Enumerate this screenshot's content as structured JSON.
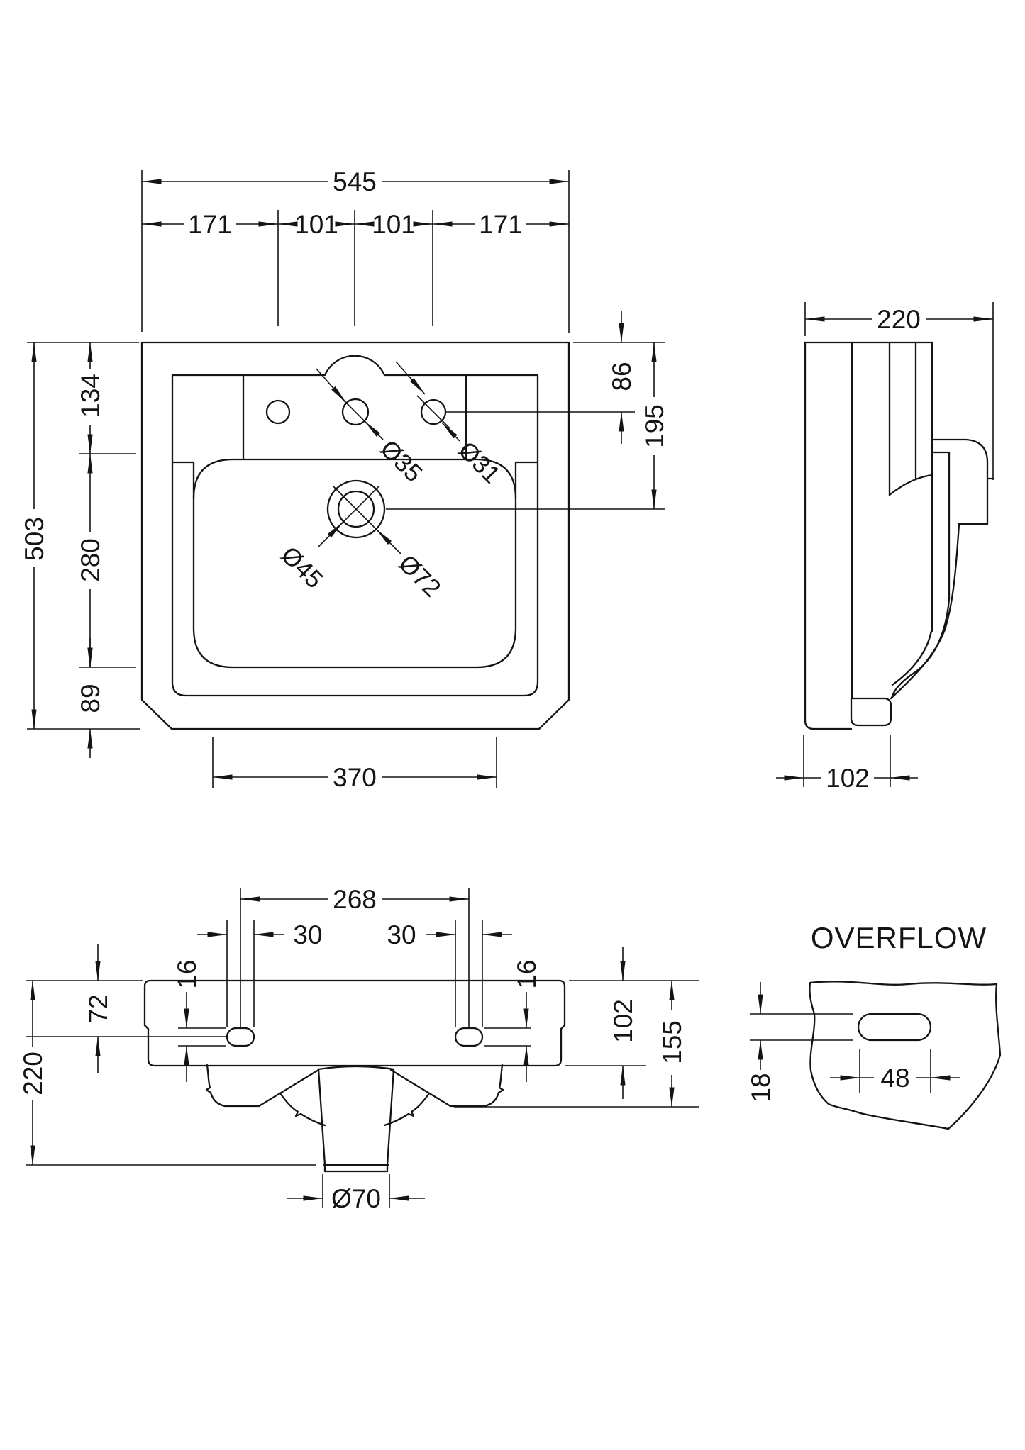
{
  "views": {
    "plan": {
      "width": "545",
      "left_to_tap": "171",
      "tap_pitch_left": "101",
      "tap_pitch_right": "101",
      "tap_to_right": "171",
      "depth_total": "503",
      "top_to_bowl": "134",
      "bowl_depth": "280",
      "bowl_to_front": "89",
      "top_to_tap": "86",
      "top_to_waste": "195",
      "bowl_width": "370",
      "tap_hole_mid": "Ø35",
      "tap_hole_right": "Ø31",
      "waste_inner": "Ø45",
      "waste_outer": "Ø72"
    },
    "side": {
      "depth": "220",
      "base_depth": "102"
    },
    "rear": {
      "fixing_centres": "268",
      "slot_width_left": "30",
      "slot_width_right": "30",
      "slot_height_left": "16",
      "slot_height_right": "16",
      "top_to_slot": "72",
      "height": "220",
      "body_height": "102",
      "skirt_height": "155",
      "waste_dia": "Ø70"
    },
    "overflow": {
      "label": "OVERFLOW",
      "slot_height": "18",
      "slot_width": "48"
    }
  }
}
